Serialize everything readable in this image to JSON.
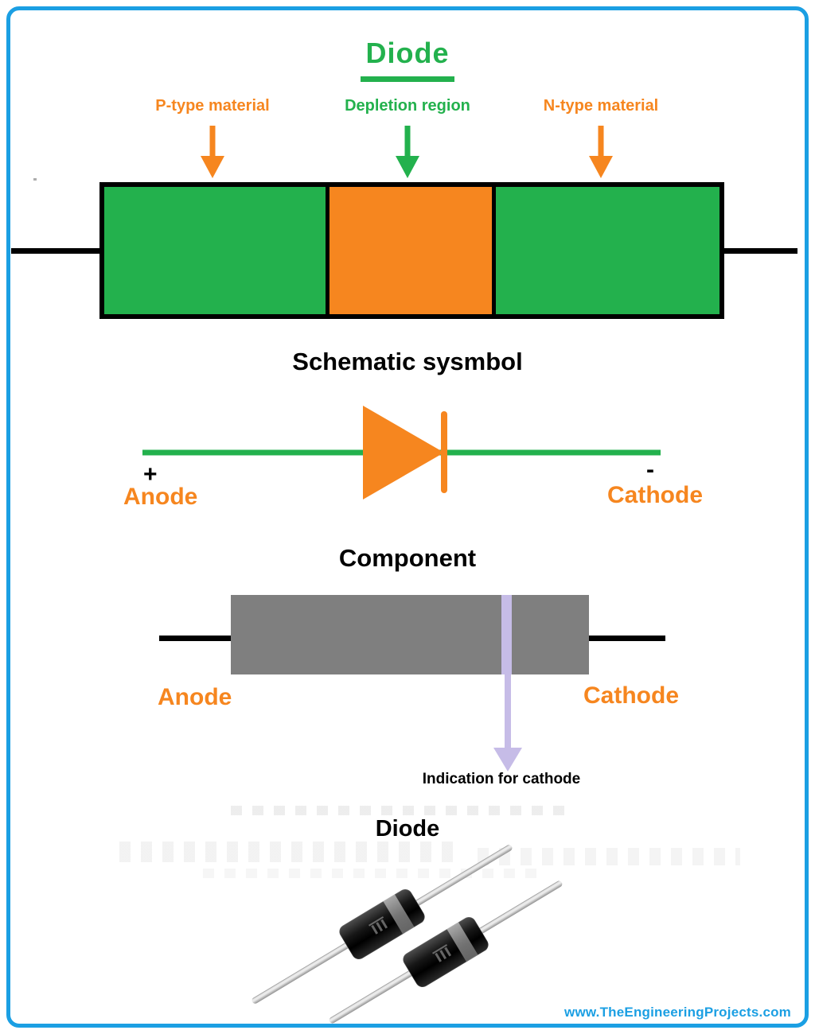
{
  "header": {
    "title": "Diode"
  },
  "junction": {
    "labels": [
      {
        "id": "p-type",
        "text": "P-type material"
      },
      {
        "id": "depletion",
        "text": "Depletion region"
      },
      {
        "id": "n-type",
        "text": "N-type material"
      }
    ]
  },
  "schematic": {
    "heading": "Schematic sysmbol",
    "anode_sign": "+",
    "anode": "Anode",
    "cathode_sign": "-",
    "cathode": "Cathode"
  },
  "component": {
    "heading": "Component",
    "anode": "Anode",
    "cathode": "Cathode",
    "note": "Indication for cathode"
  },
  "photo": {
    "heading": "Diode"
  },
  "footer": {
    "url": "www.TheEngineeringProjects.com"
  },
  "colors": {
    "green": "#23B14D",
    "orange": "#F6861F",
    "frame_blue": "#1B9FE3",
    "lavender": "#C6BCE7",
    "body_gray": "#7F7F7F"
  }
}
